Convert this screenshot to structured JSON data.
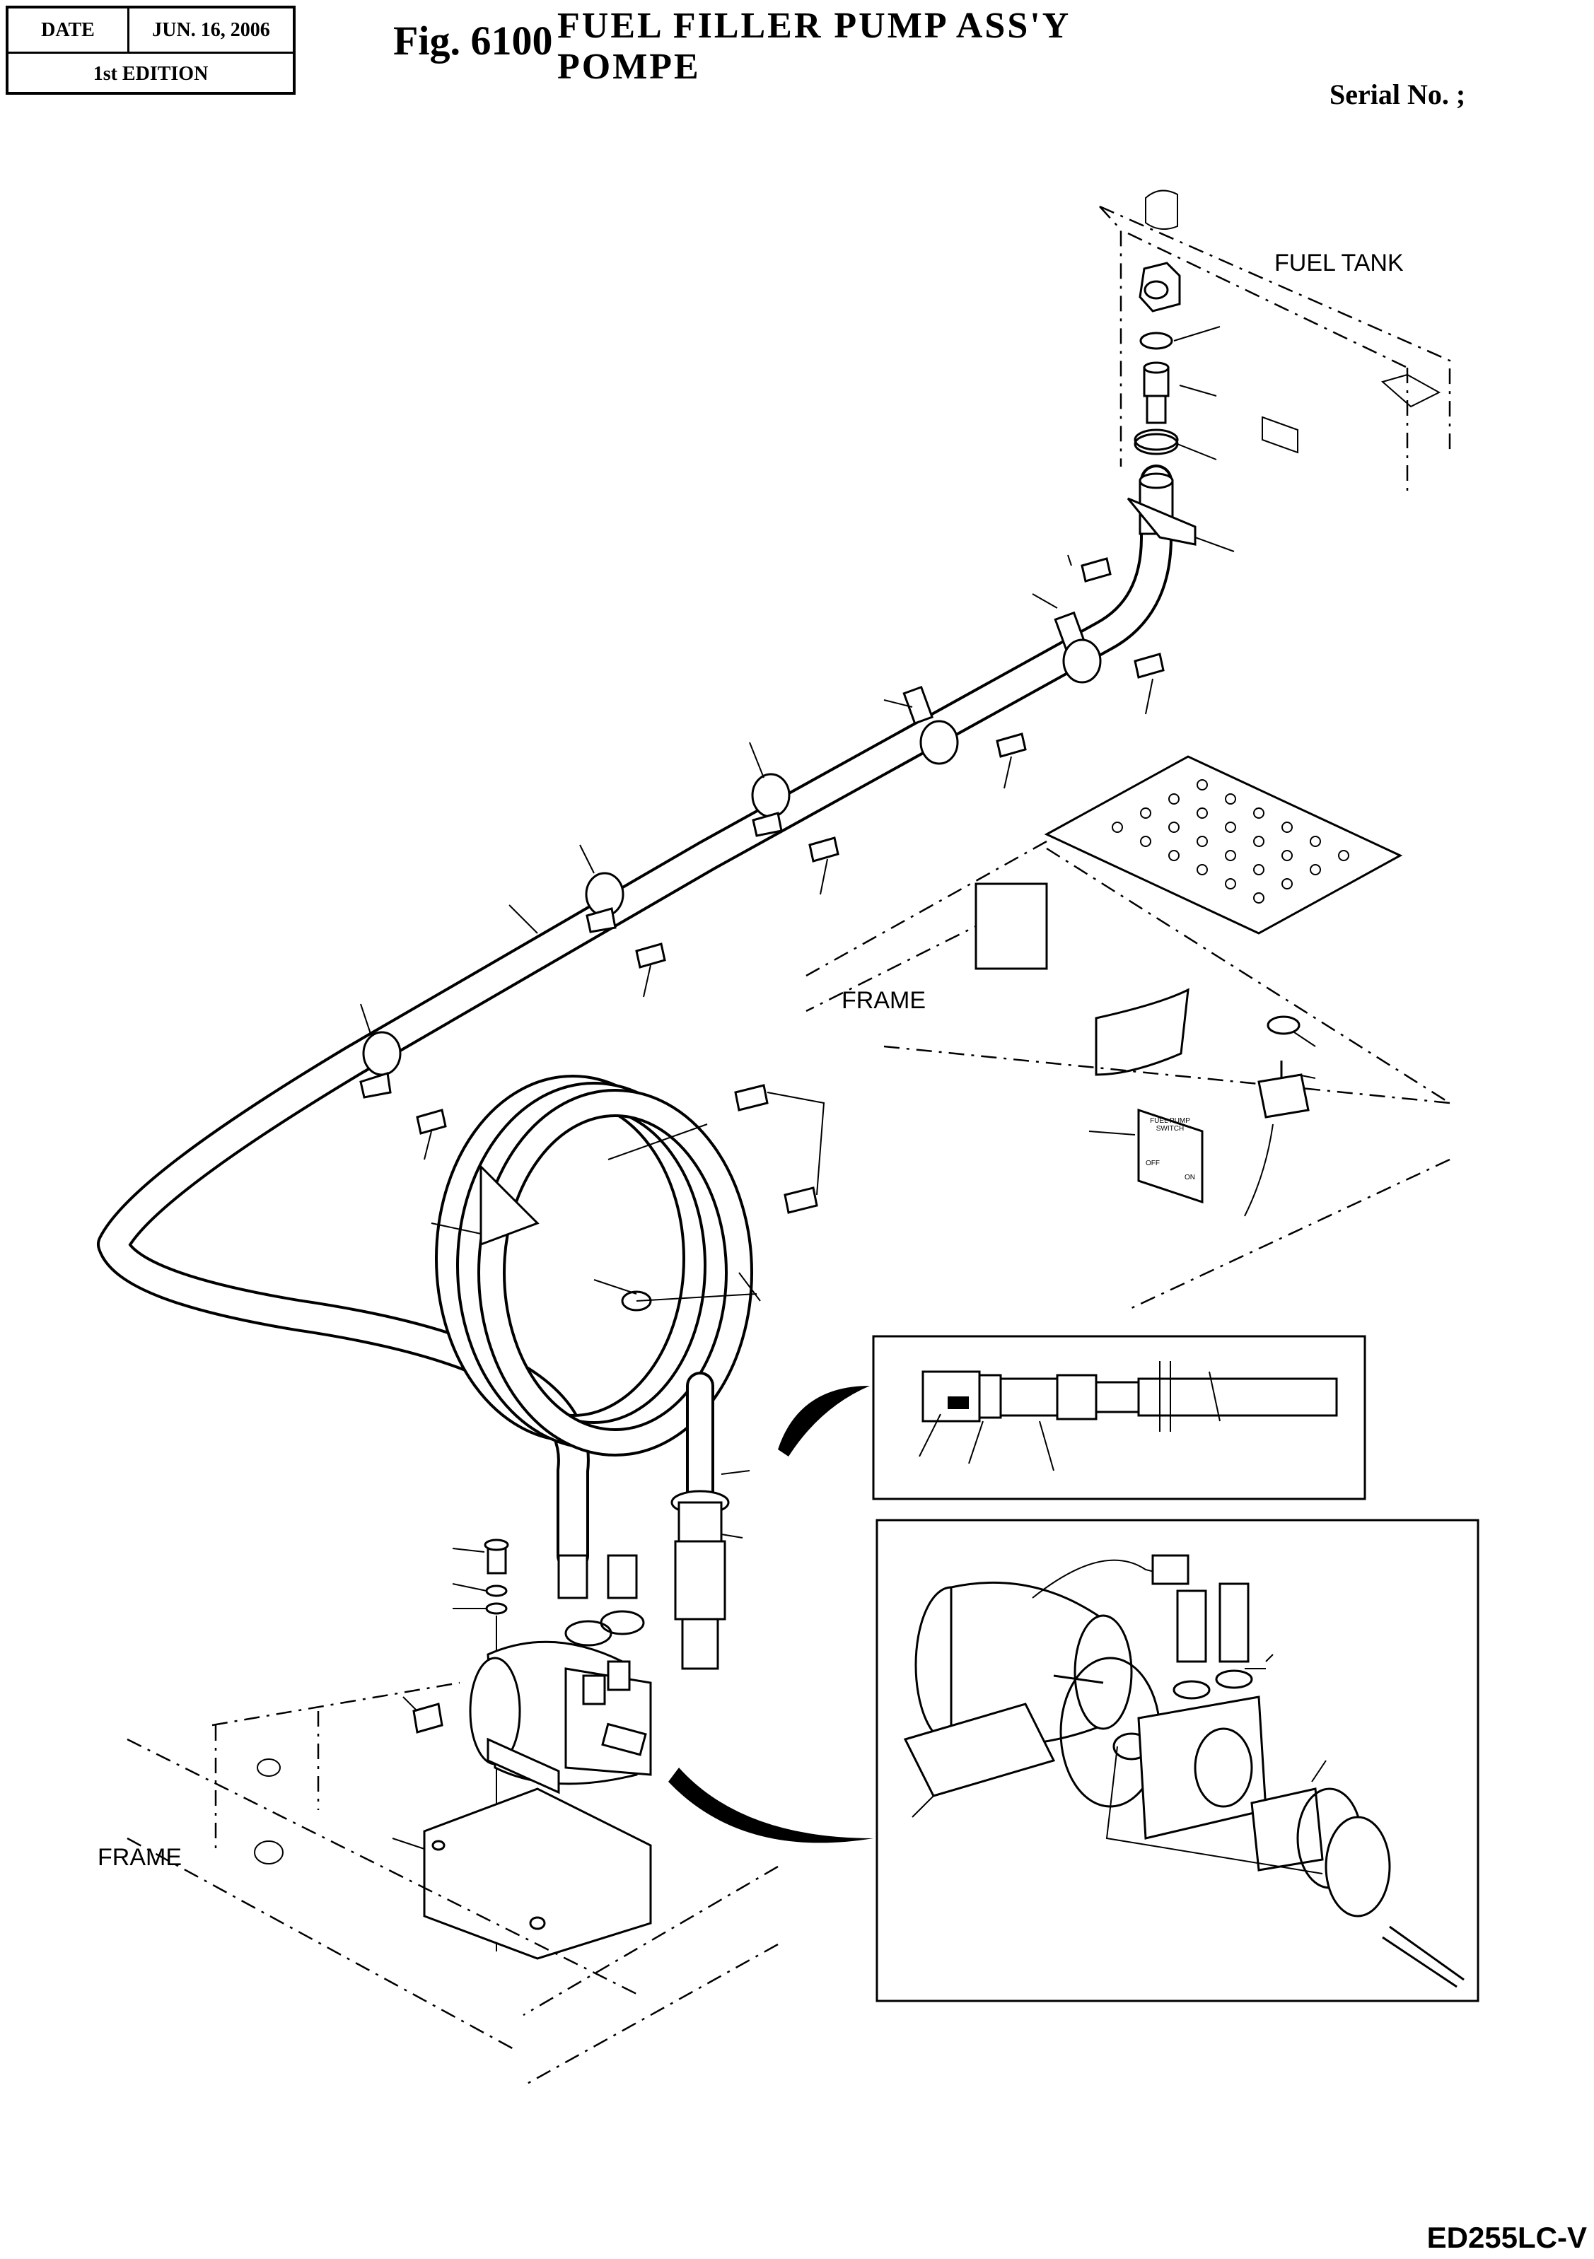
{
  "header": {
    "date_label": "DATE",
    "date_value": "JUN. 16, 2006",
    "edition": "1st EDITION",
    "figure_number": "Fig. 6100",
    "title_line1": "FUEL FILLER PUMP ASS'Y",
    "title_line2": "POMPE",
    "serial_label": "Serial No. ;"
  },
  "labels": {
    "fuel_tank": "FUEL TANK",
    "frame_right": "FRAME",
    "frame_left": "FRAME",
    "switch_plate_title": "FUEL PUMP SWITCH",
    "switch_off": "OFF",
    "switch_on": "ON"
  },
  "footer": {
    "model_code": "ED255LC-V"
  }
}
